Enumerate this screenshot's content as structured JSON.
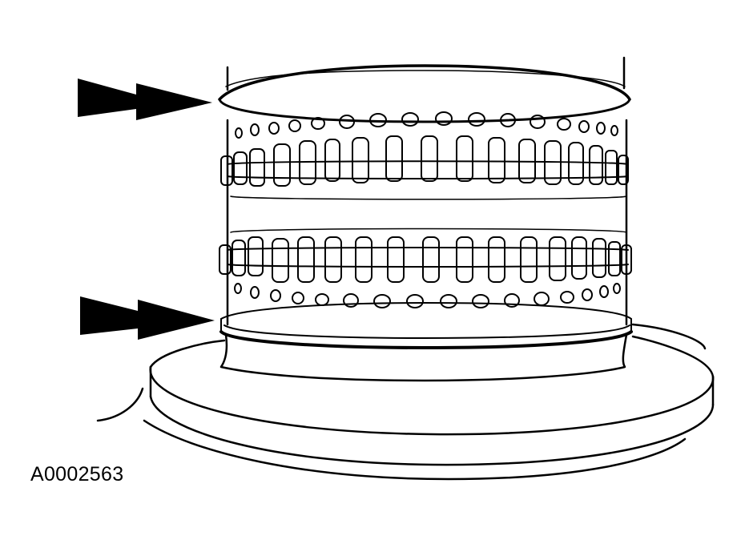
{
  "figure": {
    "id_label": "A0002563",
    "subject": "drum-with-two-seal-rings",
    "callouts": [
      "upper-seal-arrow",
      "lower-seal-arrow"
    ]
  }
}
